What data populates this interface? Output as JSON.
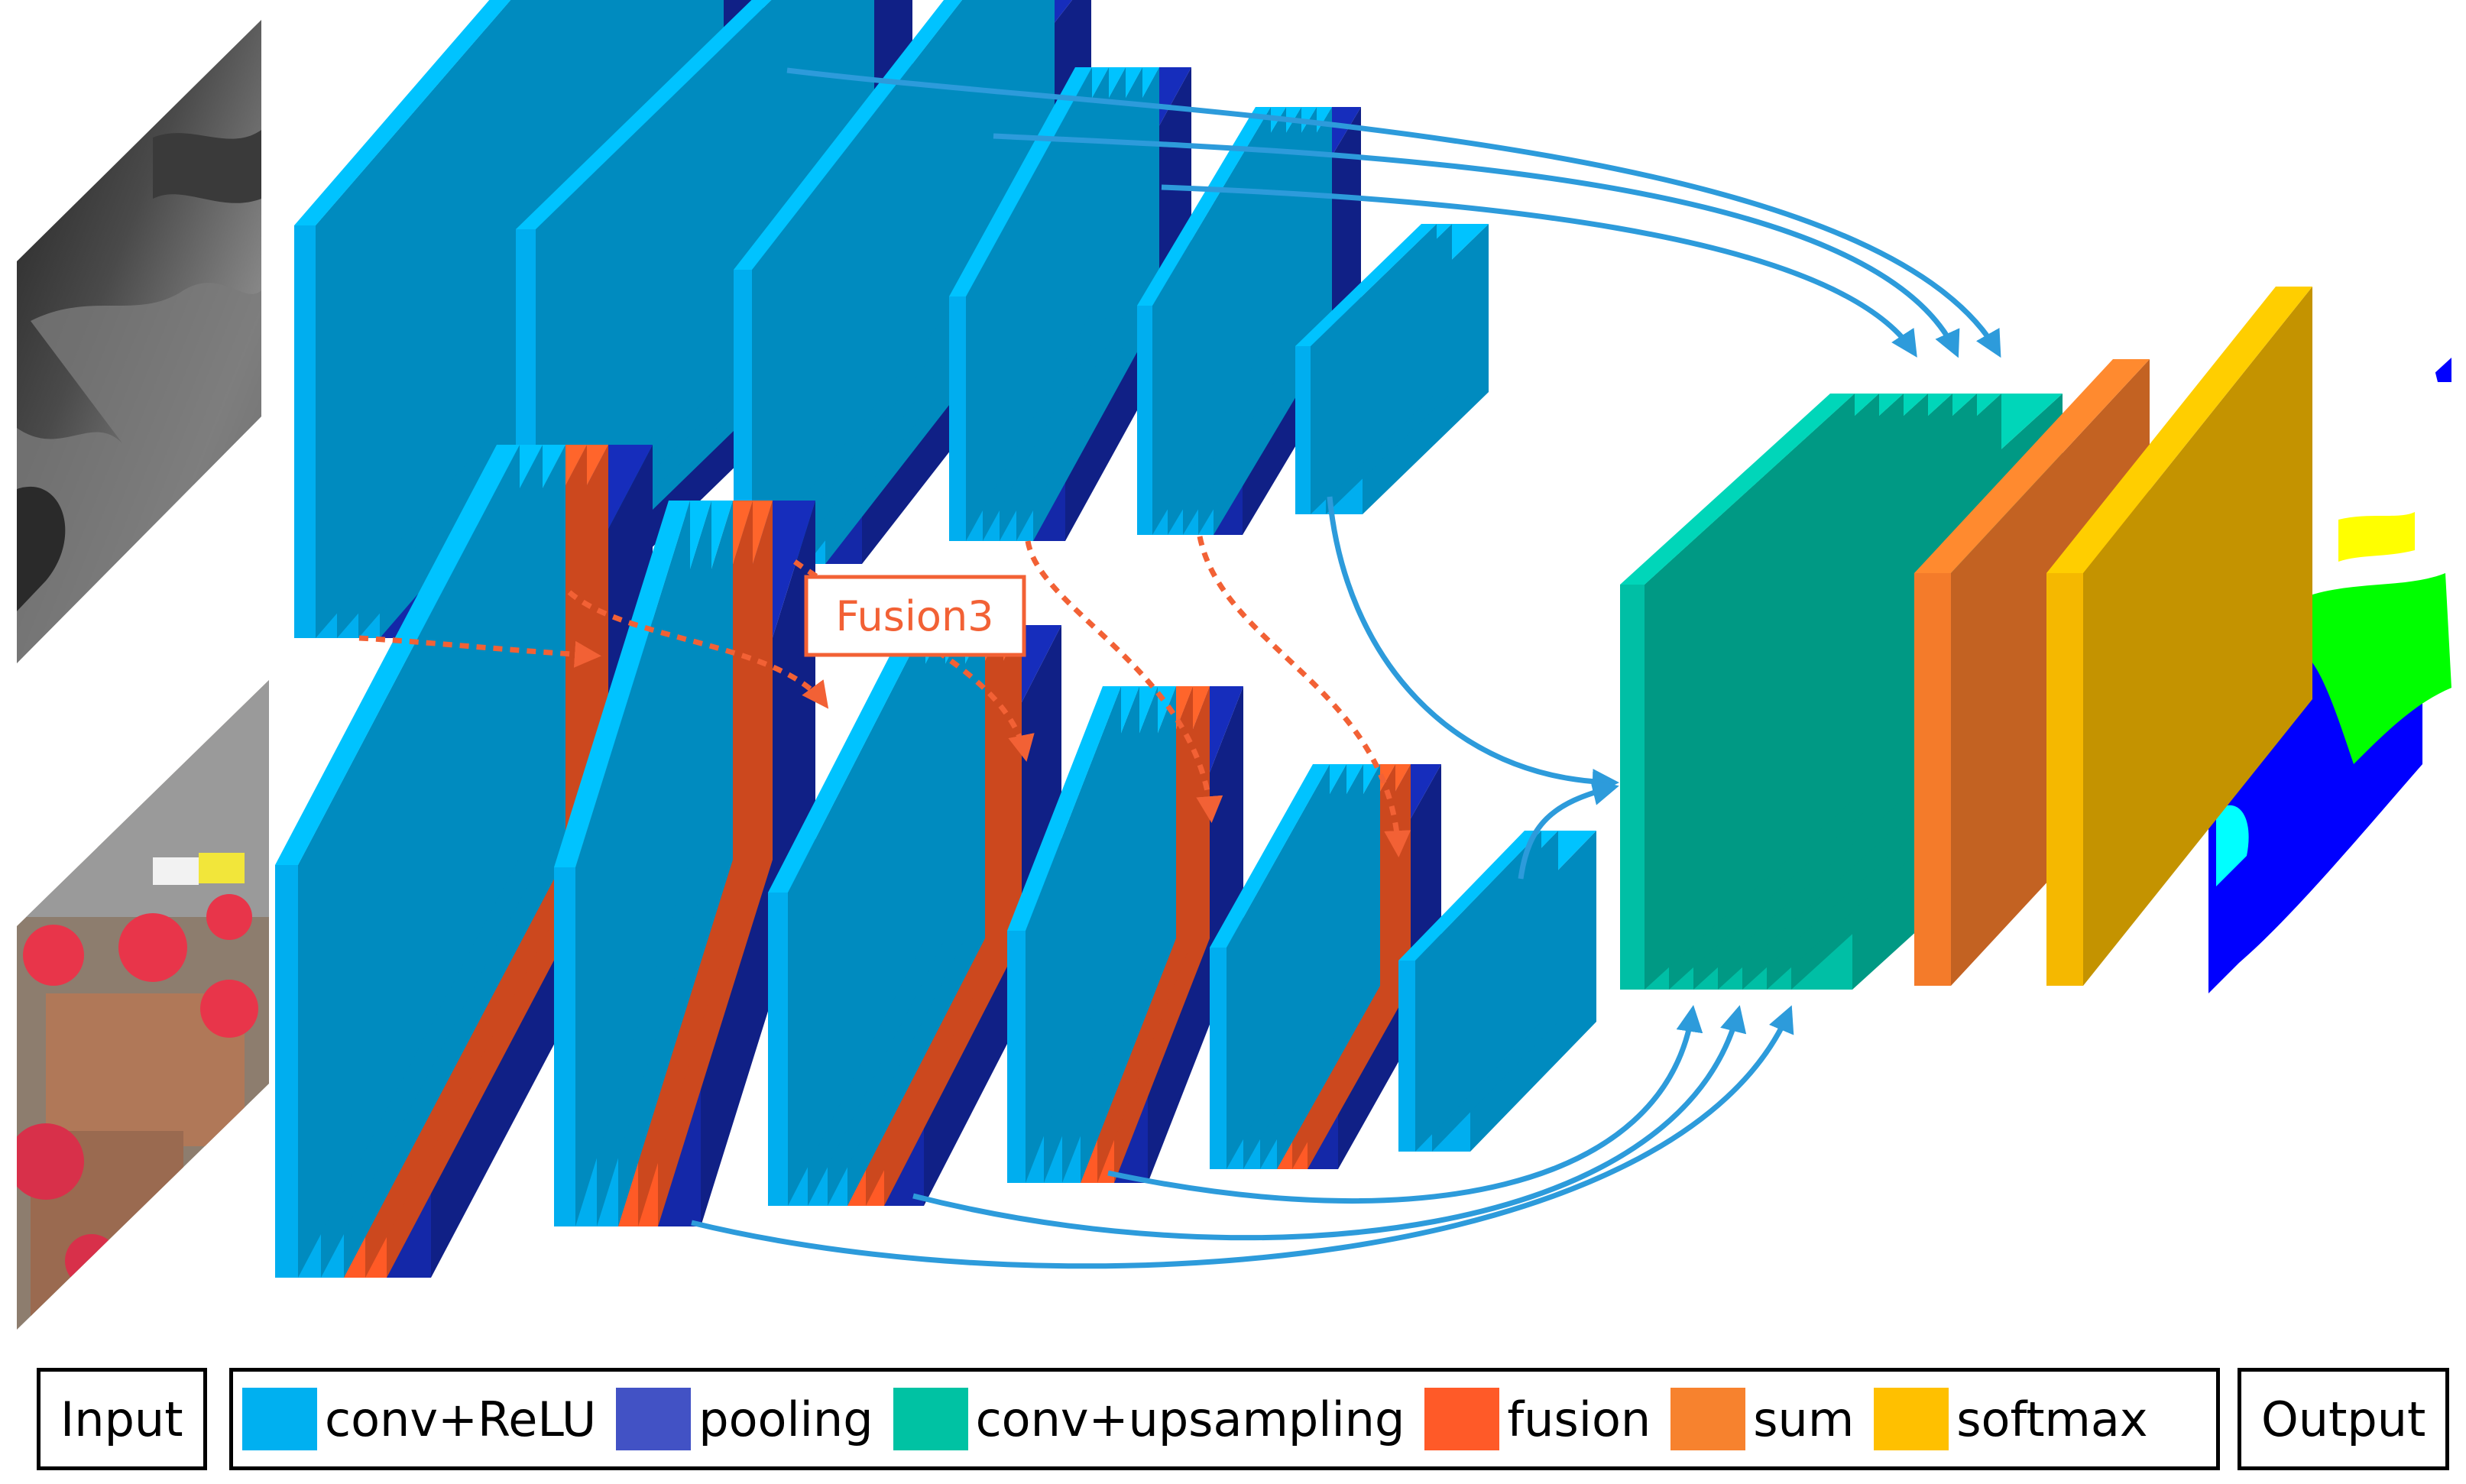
{
  "legend": {
    "input_label": "Input",
    "output_label": "Output",
    "items": [
      {
        "label": "conv+ReLU",
        "color": "#00B0F0"
      },
      {
        "label": "pooling",
        "color": "#4252C5"
      },
      {
        "label": "conv+upsampling",
        "color": "#00C2A3"
      },
      {
        "label": "fusion",
        "color": "#FF5A28"
      },
      {
        "label": "sum",
        "color": "#F7822E"
      },
      {
        "label": "softmax",
        "color": "#FFC000"
      }
    ]
  },
  "annotation": {
    "fusion_label": "Fusion3"
  },
  "colors": {
    "conv": "#00AEEF",
    "pool": "#1428A8",
    "upsample": "#00BFA5",
    "fusion": "#FF5A26",
    "sum": "#F47B2A",
    "softmax": "#F5B800",
    "skip_arrow": "#2D9BDB",
    "fusion_arrow": "#F26135"
  },
  "icons": {
    "input_top": "depth-map-image",
    "input_bottom": "aerial-irrg-image",
    "output": "segmentation-map-image"
  }
}
